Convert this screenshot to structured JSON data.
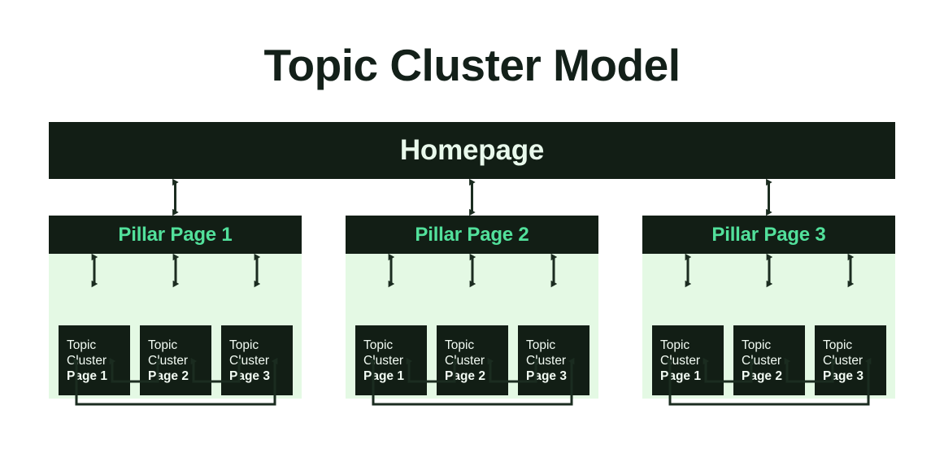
{
  "page": {
    "title": "Topic Cluster Model",
    "background": "#FFFFFF"
  },
  "colors": {
    "dark": "#121E15",
    "title_text": "#132019",
    "accent_green": "#52E09B",
    "panel_mint": "#E4F9E4",
    "light_text": "#E9F9EC",
    "arrow": "#1B2C20"
  },
  "homepage": {
    "label": "Homepage"
  },
  "panels": [
    {
      "header": "Pillar Page 1",
      "clusters": [
        {
          "line1": "Topic",
          "line2": "Cluster",
          "line3": "Page 1"
        },
        {
          "line1": "Topic",
          "line2": "Cluster",
          "line3": "Page 2"
        },
        {
          "line1": "Topic",
          "line2": "Cluster",
          "line3": "Page 3"
        }
      ]
    },
    {
      "header": "Pillar Page 2",
      "clusters": [
        {
          "line1": "Topic",
          "line2": "Cluster",
          "line3": "Page 1"
        },
        {
          "line1": "Topic",
          "line2": "Cluster",
          "line3": "Page 2"
        },
        {
          "line1": "Topic",
          "line2": "Cluster",
          "line3": "Page 3"
        }
      ]
    },
    {
      "header": "Pillar Page 3",
      "clusters": [
        {
          "line1": "Topic",
          "line2": "Cluster",
          "line3": "Page 1"
        },
        {
          "line1": "Topic",
          "line2": "Cluster",
          "line3": "Page 2"
        },
        {
          "line1": "Topic",
          "line2": "Cluster",
          "line3": "Page 3"
        }
      ]
    }
  ],
  "connections": {
    "homepage_to_pillar": "bidirectional-vertical-arrow",
    "pillar_to_cluster": "bidirectional-vertical-arrow",
    "cluster_to_cluster": "u-shaped-double-arrow"
  }
}
